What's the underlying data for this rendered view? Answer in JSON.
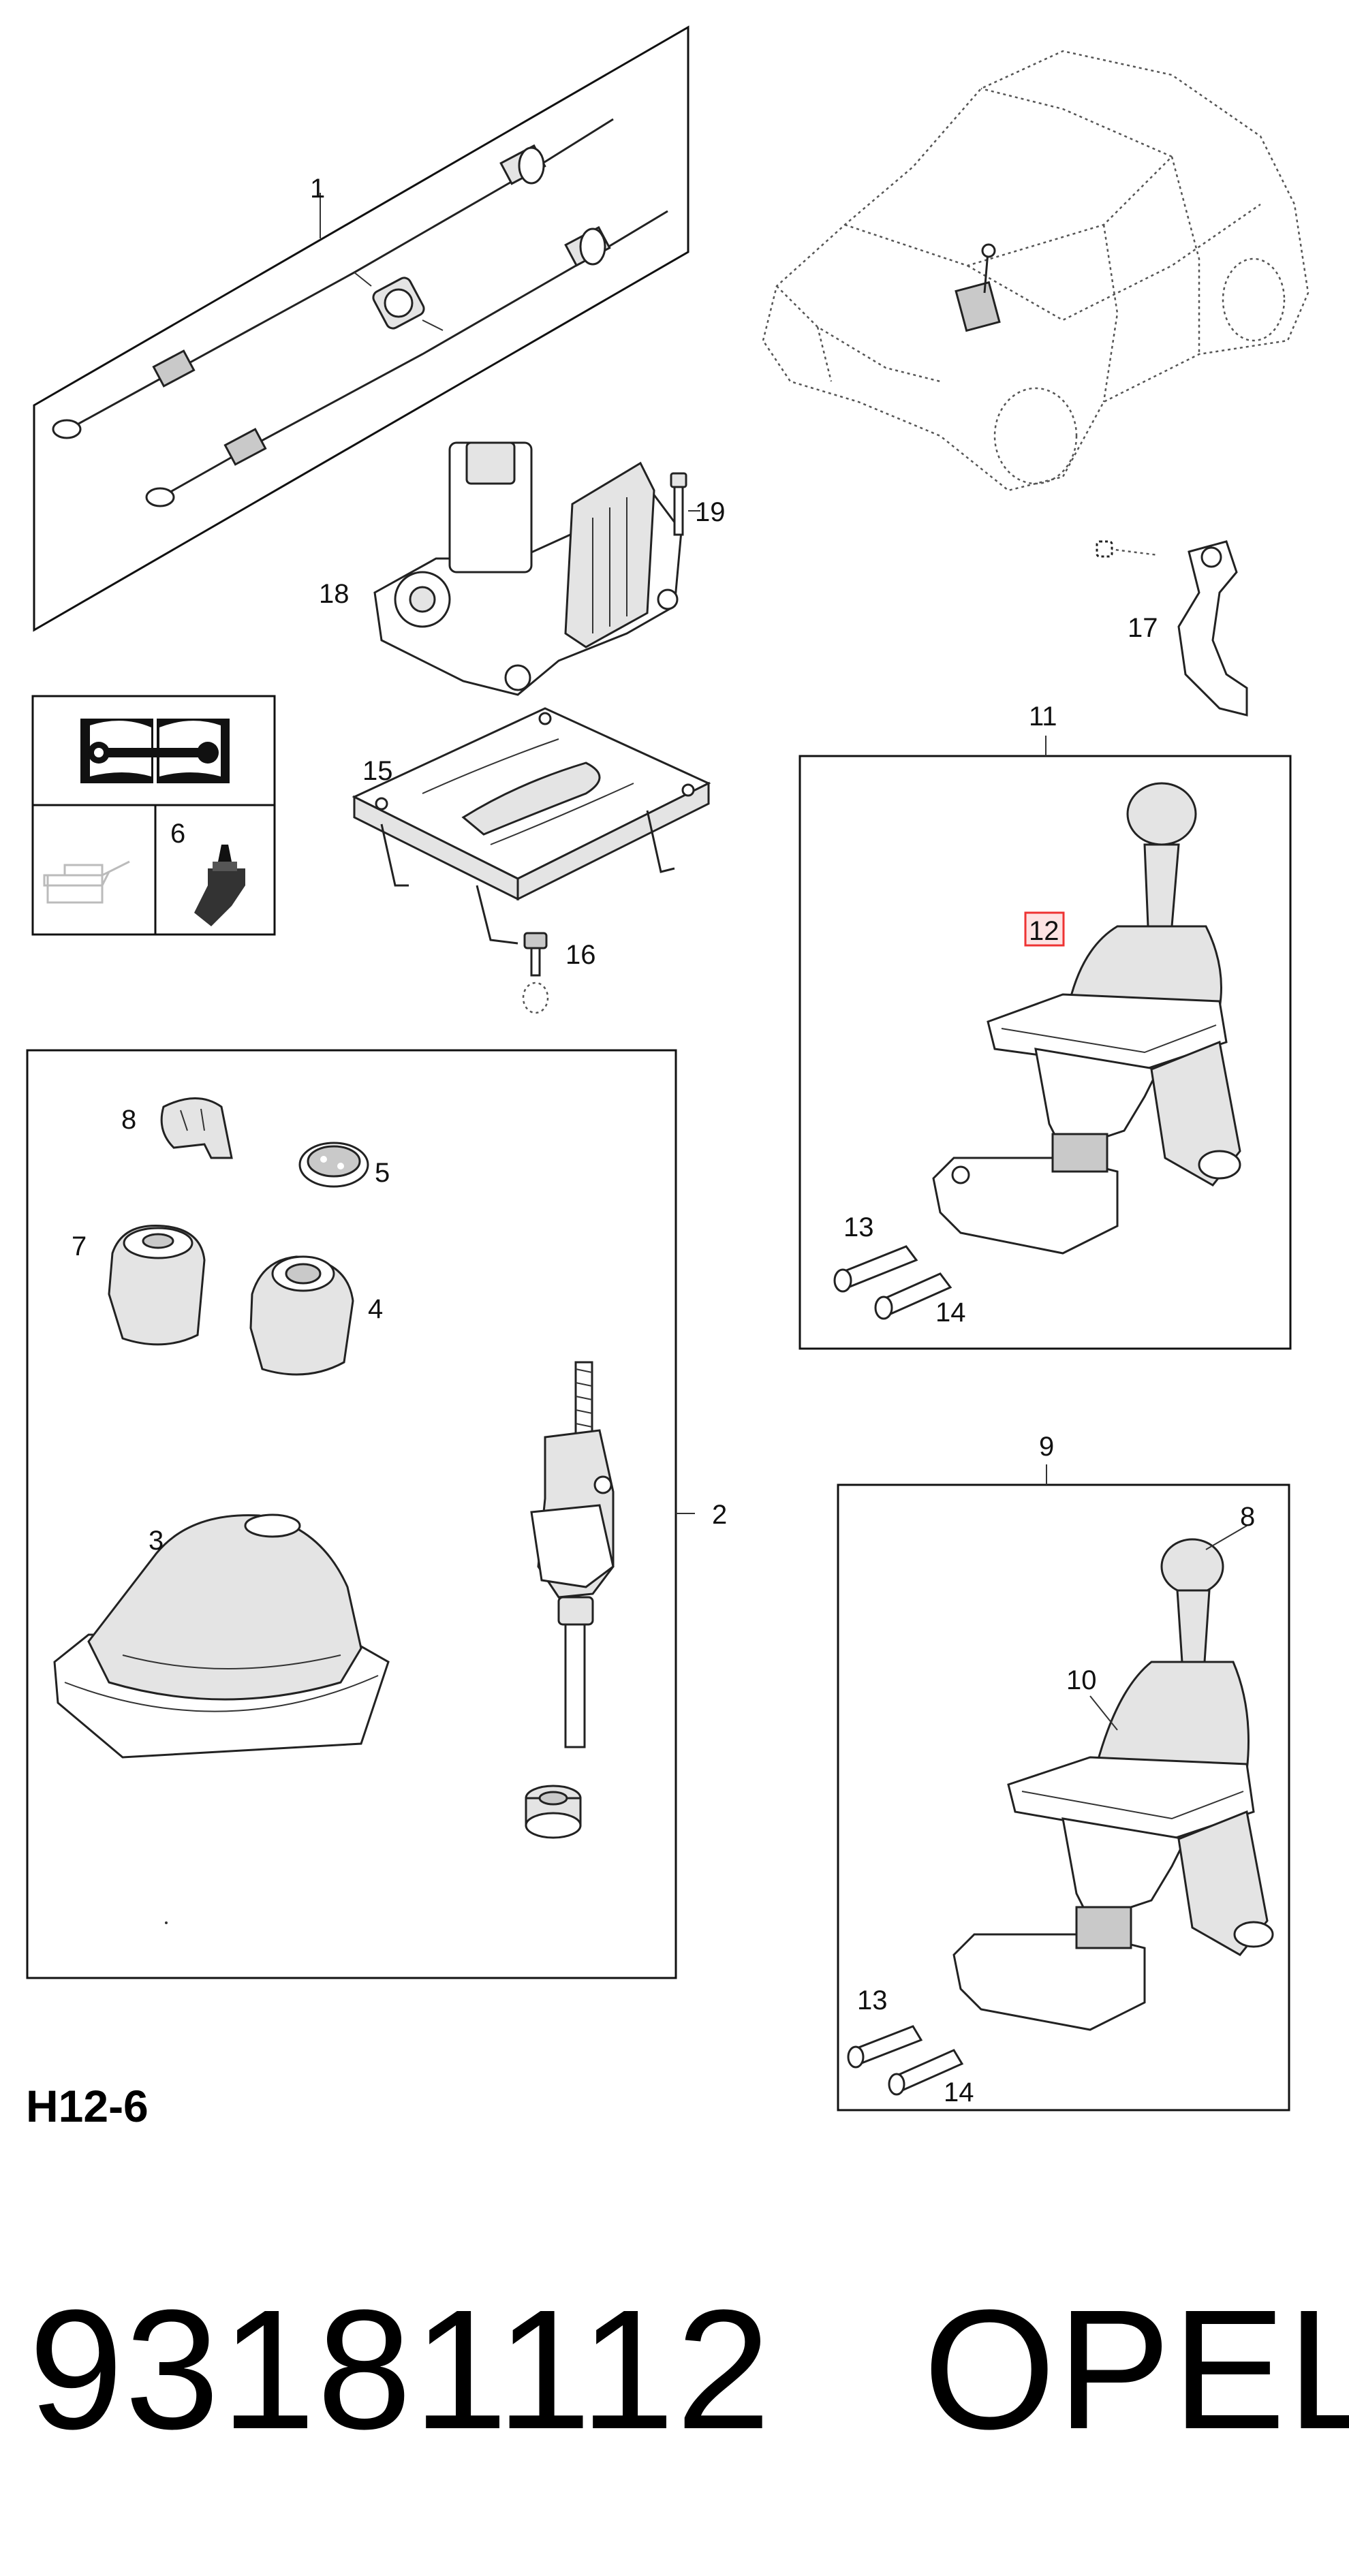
{
  "callouts": {
    "c1": "1",
    "c2": "2",
    "c3": "3",
    "c4": "4",
    "c5": "5",
    "c6": "6",
    "c7": "7",
    "c8a": "8",
    "c8b": "8",
    "c9": "9",
    "c10": "10",
    "c11": "11",
    "c12": "12",
    "c13a": "13",
    "c13b": "13",
    "c14a": "14",
    "c14b": "14",
    "c15": "15",
    "c16": "16",
    "c17": "17",
    "c18": "18",
    "c19": "19"
  },
  "diagram_ref": "H12-6",
  "part_number": "93181112",
  "brand": "OPEL",
  "highlighted_callout": "12",
  "colors": {
    "highlight": "#e33333",
    "ink": "#111111"
  }
}
